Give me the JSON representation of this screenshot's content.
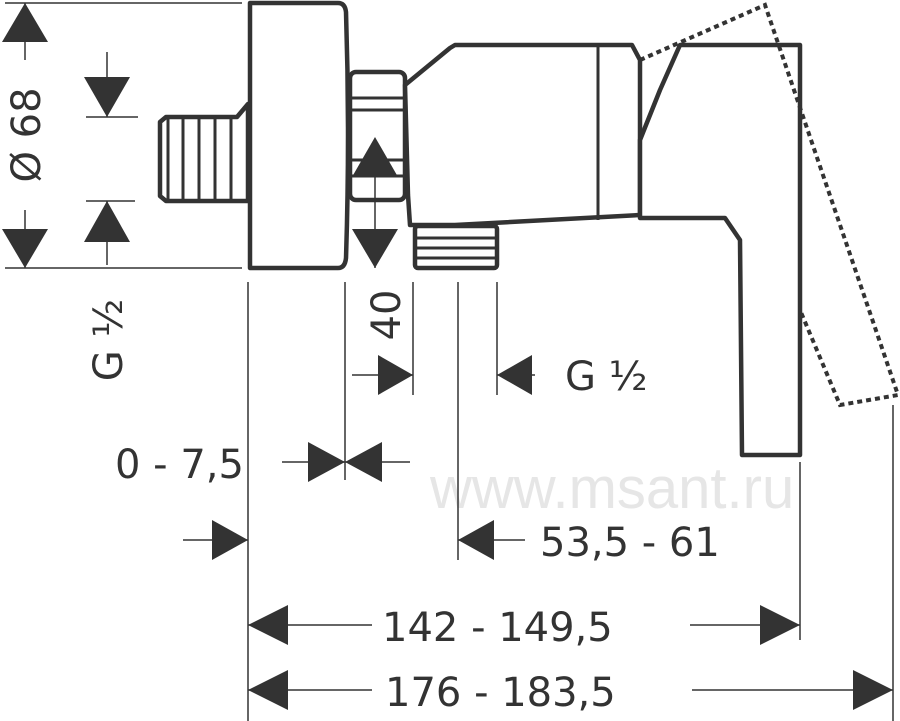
{
  "drawing": {
    "diameter_label": "Ø 68",
    "inlet_thread_label": "G ½",
    "nut_dim_label": "40",
    "outlet_thread_label": "G ½",
    "offset_label": "0 - 7,5",
    "outlet_distance_label": "53,5 - 61",
    "handle_length_label": "142 - 149,5",
    "total_length_label": "176 - 183,5",
    "watermark": "www.msant.ru"
  }
}
